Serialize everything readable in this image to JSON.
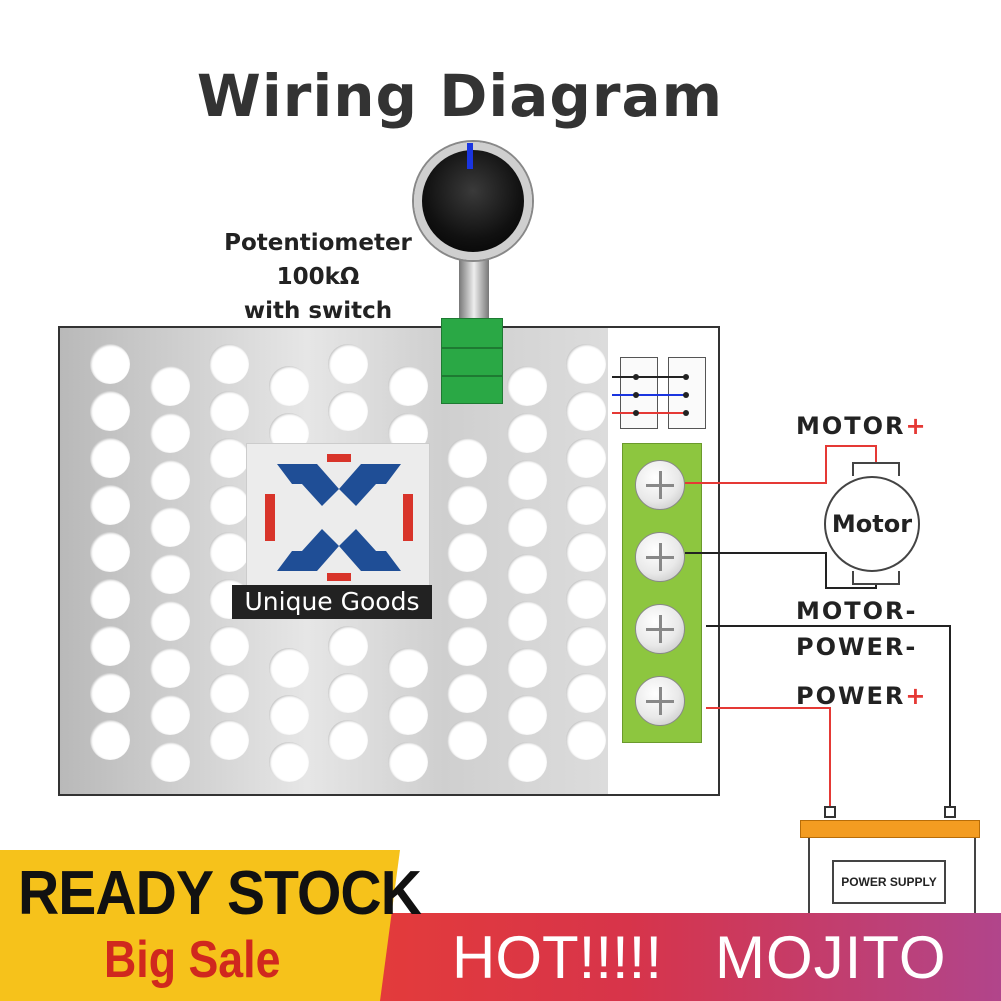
{
  "title": "Wiring Diagram",
  "potentiometer": {
    "line1": "Potentiometer",
    "line2": "100kΩ",
    "line3": "with switch"
  },
  "logo": {
    "label": "Unique Goods"
  },
  "terminals": {
    "motor_plus": "MOTOR",
    "motor_minus": "MOTOR-",
    "power_minus": "POWER-",
    "power_plus": "POWER",
    "plus_sign": "+"
  },
  "motor": {
    "label": "Motor"
  },
  "battery": {
    "label": "POWER SUPPLY"
  },
  "banner": {
    "ready": "READY STOCK",
    "sale": "Big Sale",
    "hot": "HOT!!!!!",
    "brand": "MOJITO"
  },
  "colors": {
    "positive_wire": "#e53935",
    "negative_wire": "#222222",
    "terminal_block": "#8dc63f",
    "pot_body": "#2aa845",
    "battery_cap": "#f39c21",
    "banner_yellow": "#f6c21b",
    "banner_red": "#e33b3b"
  }
}
